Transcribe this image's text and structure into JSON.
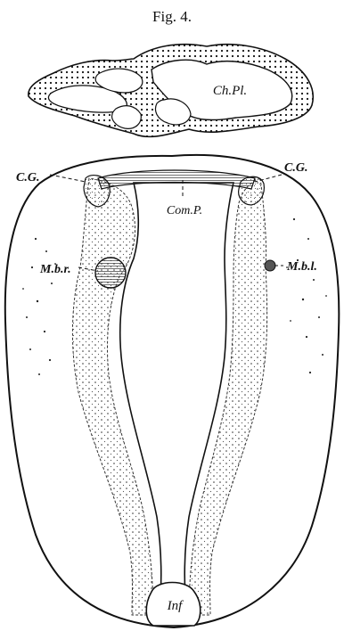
{
  "figure": {
    "title": "Fig. 4.",
    "labels": {
      "choroid_plexus": "Ch.Pl.",
      "cg_left": "C.G.",
      "cg_right": "C.G.",
      "commissure": "Com.P.",
      "mbr": "M.b.r.",
      "mbl": "M.b.l.",
      "infundibulum": "Inf"
    }
  }
}
